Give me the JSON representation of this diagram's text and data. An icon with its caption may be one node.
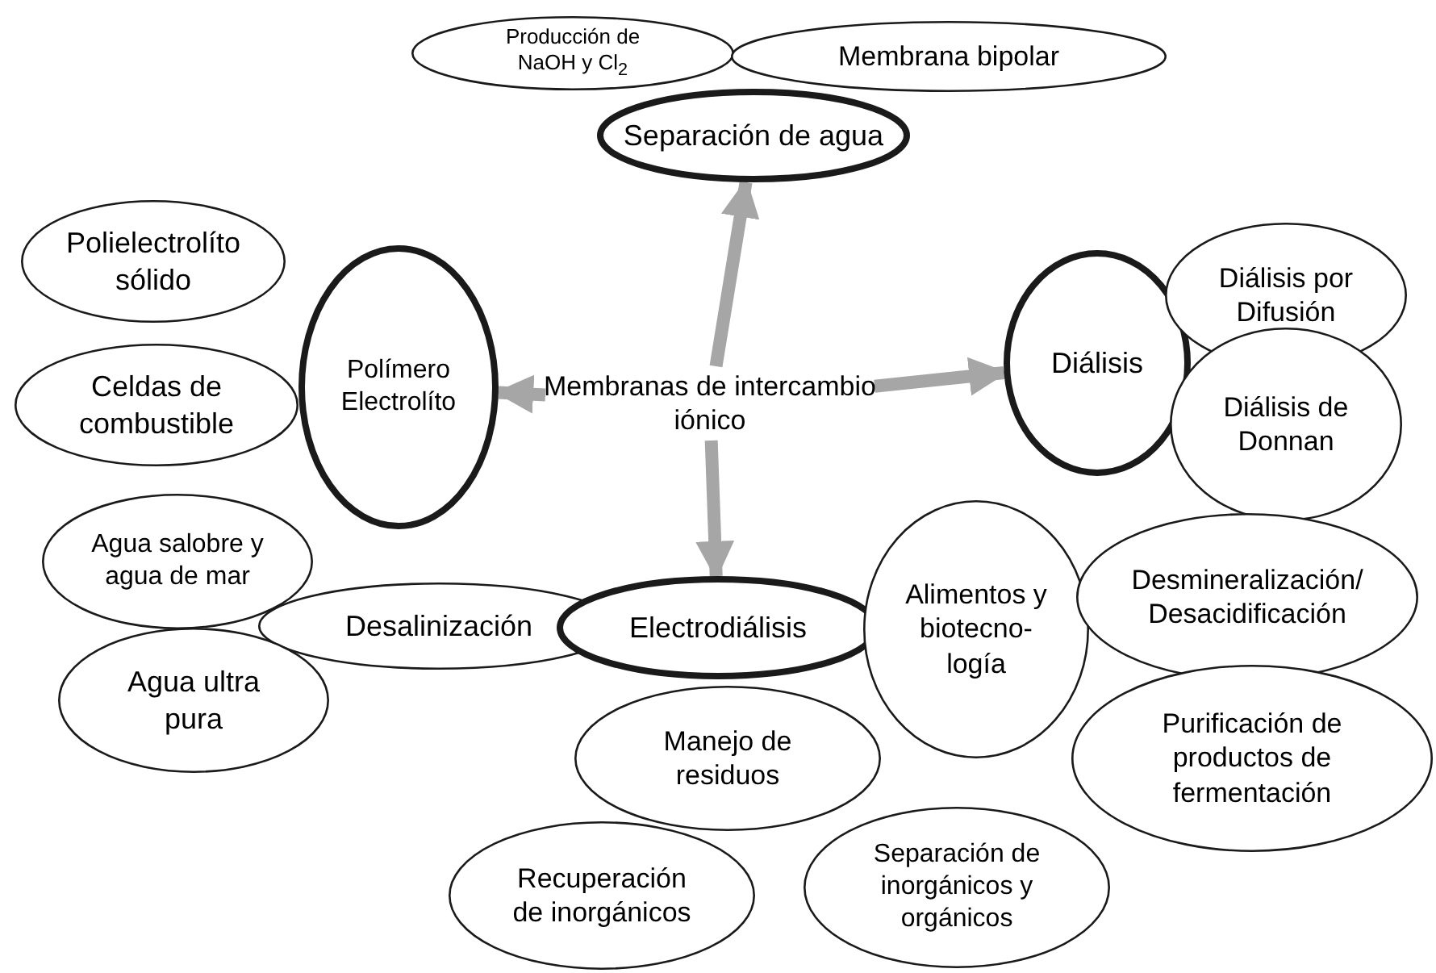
{
  "diagram": {
    "nodes": [
      {
        "text": [
          "Membranas de intercambio iónico"
        ]
      },
      {
        "text": [
          "Producción de NaOH y Cl$_{2}$"
        ]
      },
      {
        "text": [
          "Membrana bipolar"
        ]
      },
      {
        "text": [
          "Separación de agua"
        ]
      },
      {
        "text": [
          "Polielectrolíto sólido"
        ]
      },
      {
        "text": [
          "Celdas de combustible"
        ]
      },
      {
        "text": [
          "Polímero Electrolíto"
        ]
      },
      {
        "text": [
          "Diálisis"
        ]
      },
      {
        "text": [
          "Diálisis por Difusión"
        ]
      },
      {
        "text": [
          "Diálisis de Donnan"
        ]
      },
      {
        "text": [
          "Agua salobre y agua de mar"
        ]
      },
      {
        "text": [
          "Desalinización"
        ]
      },
      {
        "text": [
          "Agua ultra pura"
        ]
      },
      {
        "text": [
          "Electrodiálisis"
        ]
      },
      {
        "text": [
          "Alimentos y biotecno- logía"
        ]
      },
      {
        "text": [
          "Desmineralización/ Desacidificación"
        ]
      },
      {
        "text": [
          "Purificación de productos de fermentación"
        ]
      },
      {
        "text": [
          "Manejo de residuos"
        ]
      },
      {
        "text": [
          "Recuperación de inorgánicos"
        ]
      },
      {
        "text": [
          "Separación de inorgánicos y orgánicos"
        ]
      }
    ],
    "edges": [
      {
        "from": 0,
        "to": 3,
        "arrow": "to"
      },
      {
        "from": 0,
        "to": 6,
        "arrow": "to"
      },
      {
        "from": 0,
        "to": 7,
        "arrow": "to"
      },
      {
        "from": 0,
        "to": 13,
        "arrow": "to"
      }
    ]
  }
}
